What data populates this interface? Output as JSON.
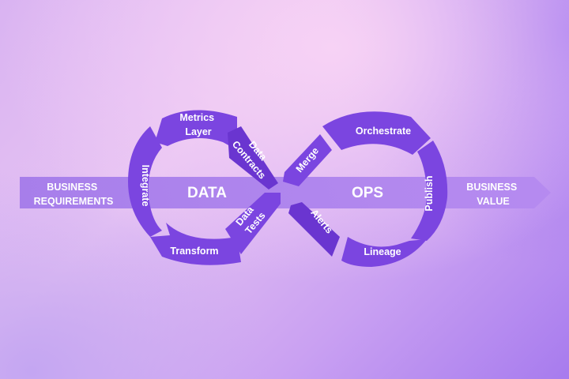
{
  "diagram": {
    "arrow": {
      "left_label": [
        "BUSINESS",
        "REQUIREMENTS"
      ],
      "right_label": [
        "BUSINESS",
        "VALUE"
      ],
      "left_word": "DATA",
      "right_word": "OPS"
    },
    "left_loop": {
      "metrics_layer": [
        "Metrics",
        "Layer"
      ],
      "integrate": "Integrate",
      "transform": "Transform",
      "data_contracts": [
        "Data",
        "Contracts"
      ],
      "data_tests": [
        "Data",
        "Tests"
      ]
    },
    "right_loop": {
      "orchestrate": "Orchestrate",
      "publish": "Publish",
      "lineage": "Lineage",
      "merge": "Merge",
      "alerts": "Alerts"
    },
    "colors": {
      "band": "#a87ae8",
      "loop": "#7b45e0",
      "loop_dark": "#6a35d0",
      "text": "#ffffff"
    }
  }
}
